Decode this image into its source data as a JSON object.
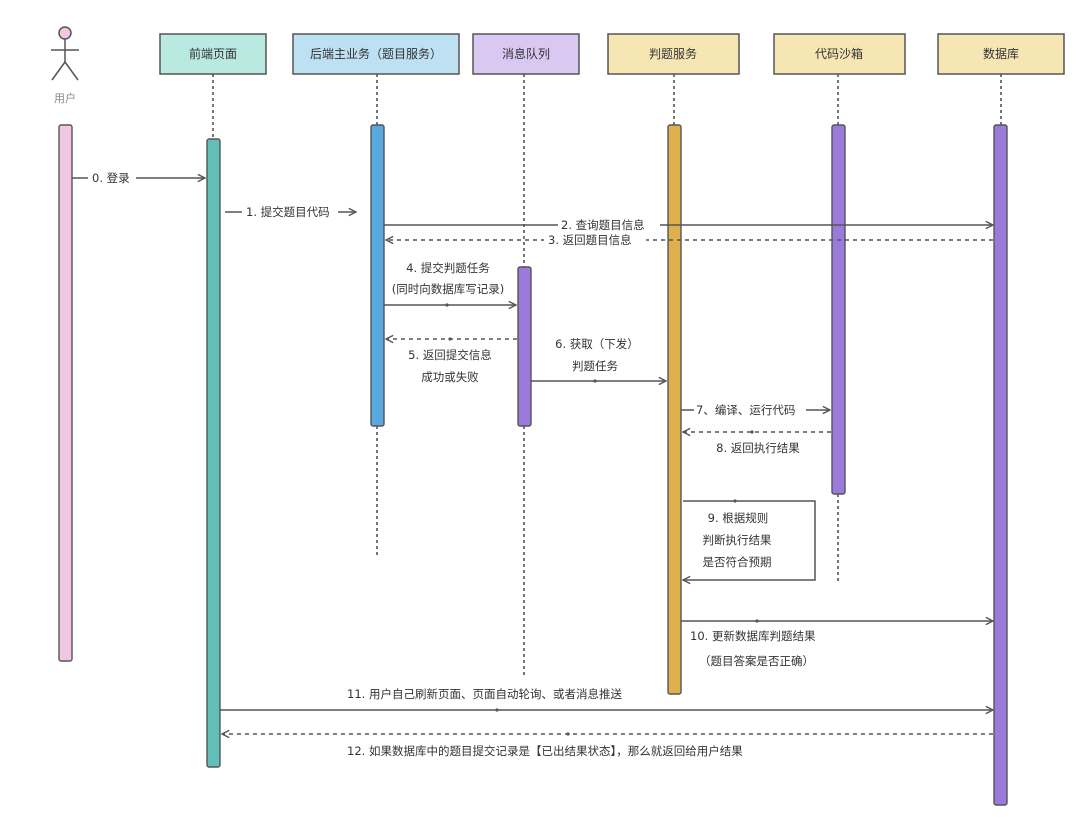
{
  "diagram": {
    "type": "sequence",
    "actor": {
      "label": "用户",
      "color": "#f0c8e4"
    },
    "participants": [
      {
        "id": "frontend",
        "label": "前端页面",
        "fill": "#b9e9e0",
        "bar": "#62bfb8"
      },
      {
        "id": "backend",
        "label": "后端主业务（题目服务）",
        "fill": "#bde0f2",
        "bar": "#5aa8e0"
      },
      {
        "id": "mq",
        "label": "消息队列",
        "fill": "#d9c8f2",
        "bar": "#9a7bdc"
      },
      {
        "id": "judge",
        "label": "判题服务",
        "fill": "#f6e6b4",
        "bar": "#dfb04e"
      },
      {
        "id": "sandbox",
        "label": "代码沙箱",
        "fill": "#f6e6b4",
        "bar": "#9a7bdc"
      },
      {
        "id": "db",
        "label": "数据库",
        "fill": "#f6e6b4",
        "bar": "#9a7bdc"
      }
    ],
    "messages": [
      {
        "step": 0,
        "from": "user",
        "to": "frontend",
        "style": "solid",
        "lines": [
          "0. 登录"
        ]
      },
      {
        "step": 1,
        "from": "frontend",
        "to": "backend",
        "style": "solid",
        "lines": [
          "1. 提交题目代码"
        ]
      },
      {
        "step": 2,
        "from": "backend",
        "to": "db",
        "style": "solid",
        "lines": [
          "2. 查询题目信息"
        ]
      },
      {
        "step": 3,
        "from": "db",
        "to": "backend",
        "style": "dashed",
        "lines": [
          "3. 返回题目信息"
        ]
      },
      {
        "step": 4,
        "from": "backend",
        "to": "mq",
        "style": "solid",
        "lines": [
          "4. 提交判题任务",
          "(同时向数据库写记录)"
        ]
      },
      {
        "step": 5,
        "from": "mq",
        "to": "backend",
        "style": "dashed",
        "lines": [
          "5. 返回提交信息",
          "成功或失败"
        ]
      },
      {
        "step": 6,
        "from": "mq",
        "to": "judge",
        "style": "solid",
        "lines": [
          "6. 获取（下发）",
          "判题任务"
        ]
      },
      {
        "step": 7,
        "from": "judge",
        "to": "sandbox",
        "style": "solid",
        "lines": [
          "7、编译、运行代码"
        ]
      },
      {
        "step": 8,
        "from": "sandbox",
        "to": "judge",
        "style": "dashed",
        "lines": [
          "8. 返回执行结果"
        ]
      },
      {
        "step": 9,
        "from": "judge",
        "to": "judge",
        "style": "self",
        "lines": [
          "9. 根据规则",
          "判断执行结果",
          "是否符合预期"
        ]
      },
      {
        "step": 10,
        "from": "judge",
        "to": "db",
        "style": "solid",
        "lines": [
          "10. 更新数据库判题结果",
          "（题目答案是否正确）"
        ]
      },
      {
        "step": 11,
        "from": "frontend",
        "to": "db",
        "style": "solid",
        "lines": [
          "11. 用户自己刷新页面、页面自动轮询、或者消息推送"
        ]
      },
      {
        "step": 12,
        "from": "db",
        "to": "frontend",
        "style": "dashed",
        "lines": [
          "12. 如果数据库中的题目提交记录是【已出结果状态】，那么就返回给用户结果"
        ]
      }
    ]
  }
}
